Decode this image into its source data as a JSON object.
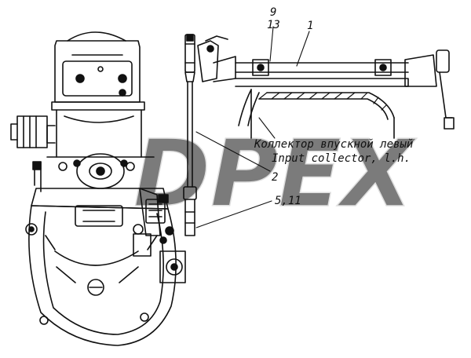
{
  "watermark": "DPEX",
  "callouts": {
    "item_9": "9",
    "item_13": "13",
    "item_1": "1",
    "item_2": "2",
    "item_5_11": "5,11"
  },
  "caption": {
    "ru": "Коллектор впускной левый",
    "en": "Input collector, l.h."
  },
  "colors": {
    "line": "#111111",
    "watermark": "#d9d9d9",
    "background": "#ffffff"
  }
}
